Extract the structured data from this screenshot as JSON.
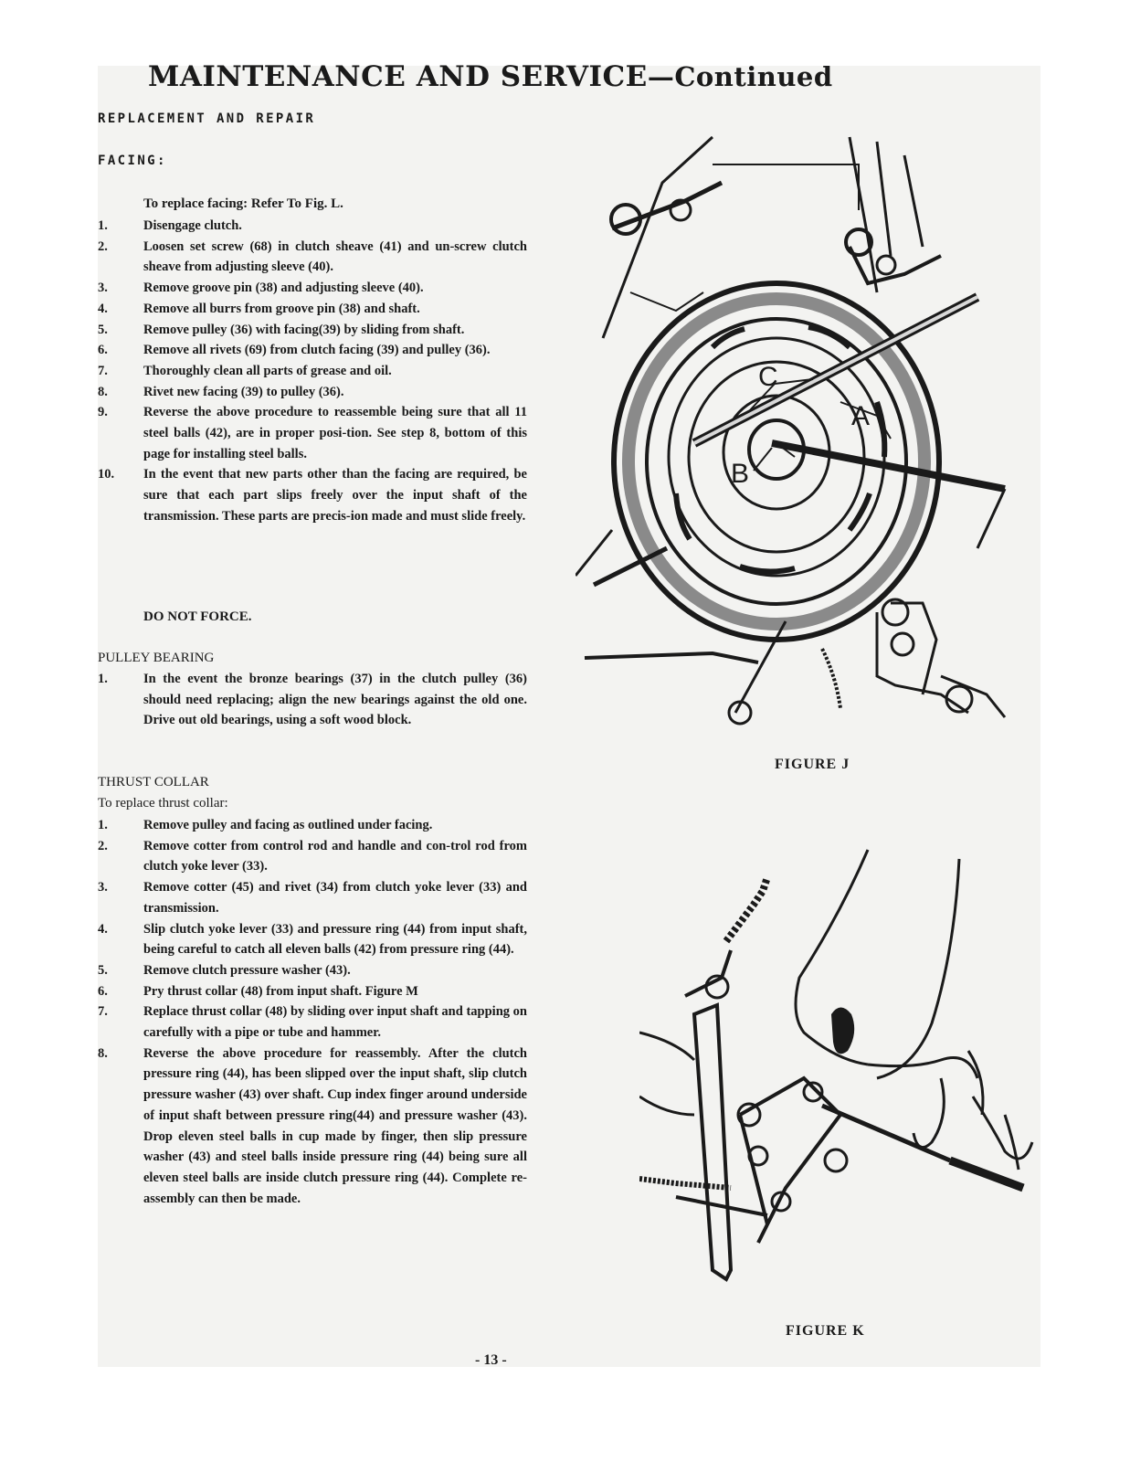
{
  "header": {
    "title_main": "MAINTENANCE AND SERVICE",
    "title_suffix": "—Continued"
  },
  "section": "REPLACEMENT AND REPAIR",
  "facing": {
    "heading": "FACING:",
    "intro": "To replace facing: Refer To Fig. L.",
    "steps": [
      {
        "num": "1.",
        "text": "Disengage clutch."
      },
      {
        "num": "2.",
        "text": "Loosen set screw (68) in clutch sheave (41) and un-screw clutch sheave from adjusting sleeve (40)."
      },
      {
        "num": "3.",
        "text": "Remove groove pin (38) and adjusting sleeve (40)."
      },
      {
        "num": "4.",
        "text": "Remove all burrs from groove pin (38) and shaft."
      },
      {
        "num": "5.",
        "text": "Remove pulley (36) with facing(39) by sliding from shaft."
      },
      {
        "num": "6.",
        "text": "Remove all rivets (69) from clutch facing (39) and pulley (36)."
      },
      {
        "num": "7.",
        "text": "Thoroughly clean all parts of grease and oil."
      },
      {
        "num": "8.",
        "text": "Rivet new facing (39) to pulley (36)."
      },
      {
        "num": "9.",
        "text": "Reverse the above procedure to reassemble being sure that all 11 steel balls (42), are in proper posi-tion. See step 8, bottom of this page for installing steel balls."
      },
      {
        "num": "10.",
        "text": "In the event that new parts other than the facing are required, be sure that each part slips freely over the input shaft of the transmission. These parts are precis-ion made and must slide freely."
      }
    ],
    "warning": "DO NOT FORCE."
  },
  "pulley_bearing": {
    "heading": "PULLEY BEARING",
    "steps": [
      {
        "num": "1.",
        "text": "In the event the bronze bearings (37) in the clutch pulley (36) should need replacing; align the new bearings against the old one. Drive out old bearings, using a soft wood block."
      }
    ]
  },
  "thrust_collar": {
    "heading": "THRUST COLLAR",
    "intro": "To replace thrust collar:",
    "steps": [
      {
        "num": "1.",
        "text": "Remove pulley and facing as outlined under facing."
      },
      {
        "num": "2.",
        "text": "Remove cotter from control rod and handle and con-trol rod from clutch yoke lever (33)."
      },
      {
        "num": "3.",
        "text": "Remove cotter (45) and rivet (34) from clutch yoke lever (33) and transmission."
      },
      {
        "num": "4.",
        "text": "Slip clutch yoke lever (33) and pressure ring (44) from input shaft, being careful to catch all eleven balls (42) from pressure ring (44)."
      },
      {
        "num": "5.",
        "text": "Remove clutch pressure washer (43)."
      },
      {
        "num": "6.",
        "text": "Pry thrust collar (48) from input shaft. Figure M"
      },
      {
        "num": "7.",
        "text": "Replace thrust collar (48) by sliding over input shaft and tapping on carefully with a pipe or tube and hammer."
      },
      {
        "num": "8.",
        "text": "Reverse the above procedure for reassembly. After the clutch pressure ring (44), has been slipped over the input shaft, slip clutch pressure washer (43) over shaft. Cup index finger around underside of input shaft between pressure ring(44) and pressure washer (43). Drop eleven steel balls in cup made by finger, then slip pressure washer (43) and steel balls inside pressure ring (44) being sure all eleven steel balls are inside clutch pressure ring (44). Complete re-assembly can then be made."
      }
    ]
  },
  "figures": {
    "j": {
      "caption": "FIGURE J",
      "labels": [
        "C",
        "A",
        "B"
      ]
    },
    "k": {
      "caption": "FIGURE K"
    }
  },
  "footer": {
    "page_number": "- 13 -"
  }
}
